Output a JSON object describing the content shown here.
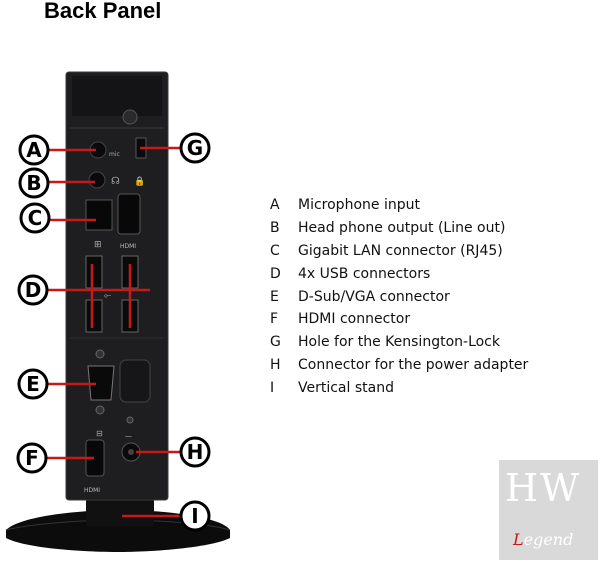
{
  "title": "Back Panel",
  "callouts": [
    "A",
    "B",
    "C",
    "D",
    "E",
    "F",
    "G",
    "H",
    "I"
  ],
  "port_labels": {
    "mic": "mic",
    "hdmi_top": "HDMI",
    "hdmi_bottom": "HDMI",
    "dc": "—"
  },
  "legend": [
    {
      "letter": "A",
      "text": "Microphone input"
    },
    {
      "letter": "B",
      "text": "Head phone output (Line out)"
    },
    {
      "letter": "C",
      "text": "Gigabit LAN connector (RJ45)"
    },
    {
      "letter": "D",
      "text": "4x USB connectors"
    },
    {
      "letter": "E",
      "text": "D-Sub/VGA connector"
    },
    {
      "letter": "F",
      "text": "HDMI connector"
    },
    {
      "letter": "G",
      "text": "Hole for the Kensington-Lock"
    },
    {
      "letter": "H",
      "text": "Connector for the power adapter"
    },
    {
      "letter": "I",
      "text": "Vertical stand"
    }
  ],
  "watermark": {
    "top": "HW",
    "bottom_first": "L",
    "bottom_rest": "egend"
  },
  "colors": {
    "callout_line": "#c81818",
    "device_body": "#1e1e20",
    "stand": "#0c0c0c"
  }
}
